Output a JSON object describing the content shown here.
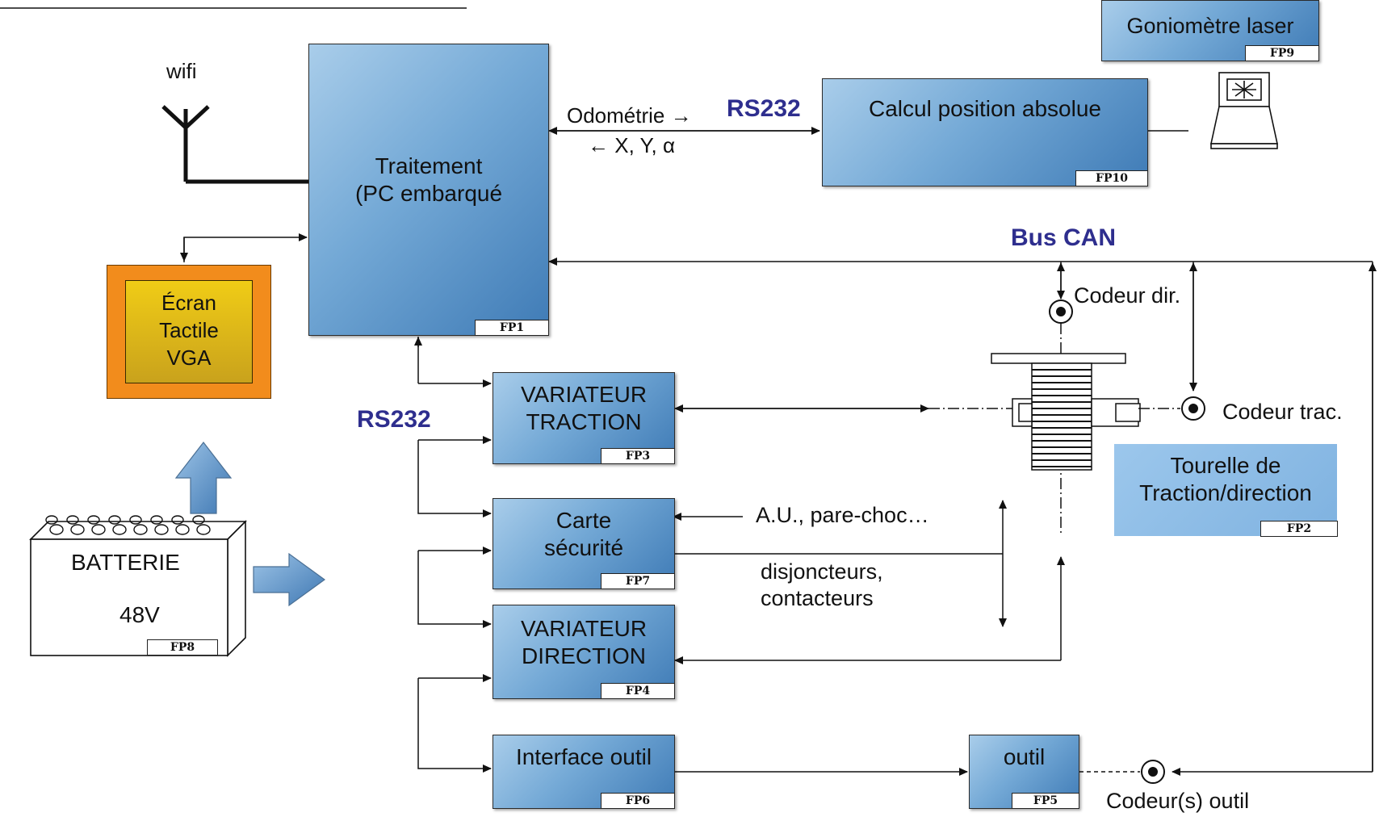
{
  "blocks": {
    "traitement": {
      "title": "Traitement\n(PC embarqué",
      "tag": "FP1"
    },
    "calcul": {
      "title": "Calcul position absolue",
      "tag": "FP10"
    },
    "goniometre": {
      "title": "Goniomètre laser",
      "tag": "FP9"
    },
    "variateur_traction": {
      "title": "VARIATEUR\nTRACTION",
      "tag": "FP3"
    },
    "carte_securite": {
      "title": "Carte\nsécurité",
      "tag": "FP7"
    },
    "variateur_direction": {
      "title": "VARIATEUR\nDIRECTION",
      "tag": "FP4"
    },
    "interface_outil": {
      "title": "Interface outil",
      "tag": "FP6"
    },
    "outil": {
      "title": "outil",
      "tag": "FP5"
    },
    "tourelle": {
      "title": "Tourelle de\nTraction/direction",
      "tag": "FP2"
    },
    "ecran": {
      "title": "Écran\nTactile\nVGA"
    },
    "batterie": {
      "title": "BATTERIE",
      "voltage": "48V",
      "tag": "FP8"
    }
  },
  "labels": {
    "wifi": "wifi",
    "odometrie": "Odométrie →",
    "xya": "← X, Y, α",
    "rs232_top": "RS232",
    "rs232_left": "RS232",
    "bus_can": "Bus CAN",
    "codeur_dir": "Codeur dir.",
    "codeur_trac": "Codeur trac.",
    "au": "A.U., pare-choc…",
    "disjoncteurs": "disjoncteurs,\ncontacteurs",
    "codeur_outil": "Codeur(s) outil"
  },
  "colors": {
    "block_blue": "#5f95c9",
    "bus_blue": "#2e2e8e",
    "screen_orange": "#f28c1c",
    "screen_yellow": "#e6bf1a"
  }
}
